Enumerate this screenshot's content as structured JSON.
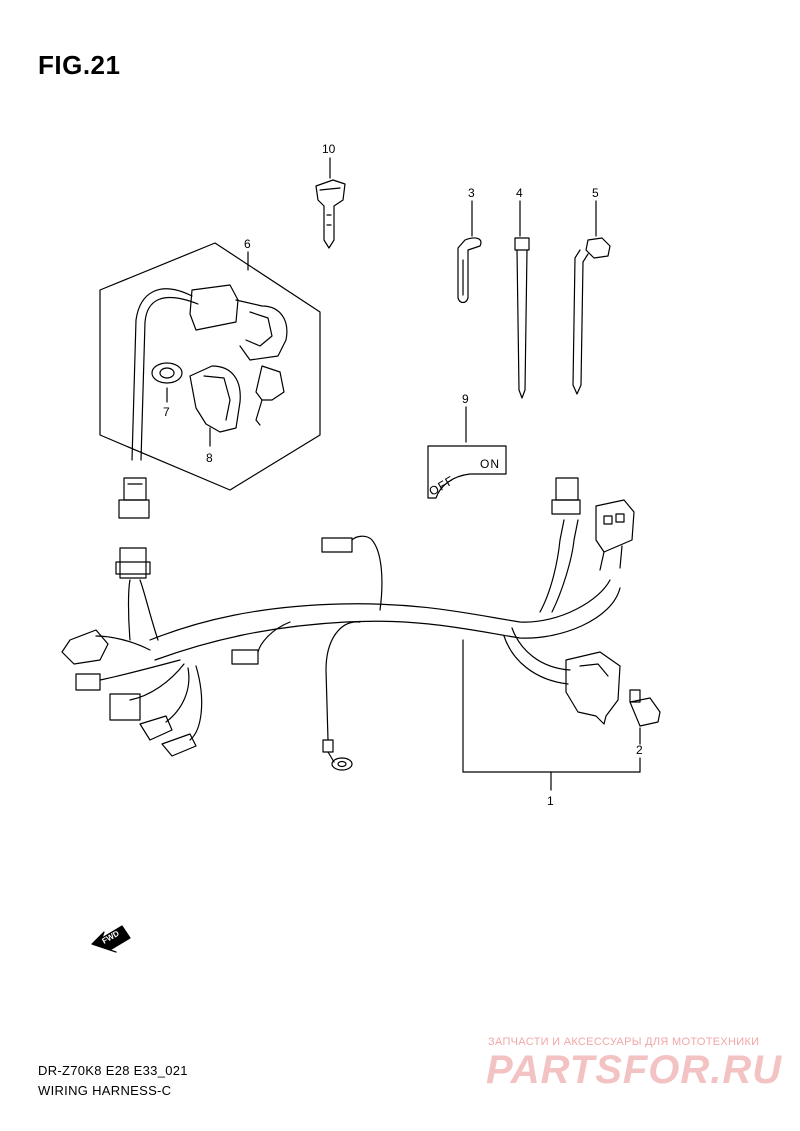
{
  "figure": {
    "title": "FIG.21"
  },
  "callouts": [
    {
      "id": "c1",
      "label": "1"
    },
    {
      "id": "c2",
      "label": "2"
    },
    {
      "id": "c3",
      "label": "3"
    },
    {
      "id": "c4",
      "label": "4"
    },
    {
      "id": "c5",
      "label": "5"
    },
    {
      "id": "c6",
      "label": "6"
    },
    {
      "id": "c7",
      "label": "7"
    },
    {
      "id": "c8",
      "label": "8"
    },
    {
      "id": "c9",
      "label": "9"
    },
    {
      "id": "c10",
      "label": "10"
    }
  ],
  "switch_plate": {
    "off_label": "OFF",
    "on_label": "ON"
  },
  "direction_badge": {
    "label": "FWD",
    "icon": "arrow-left-down-icon"
  },
  "footer": {
    "model_code": "DR-Z70K8 E28 E33_021",
    "title": "WIRING HARNESS-C"
  },
  "watermark": {
    "tagline": "ЗАПЧАСТИ И АКСЕССУАРЫ ДЛЯ МОТОТЕХНИКИ",
    "logo": "PARTSFOR.RU"
  },
  "colors": {
    "line": "#000000",
    "background": "#ffffff",
    "watermark": "#f2b8b8"
  }
}
